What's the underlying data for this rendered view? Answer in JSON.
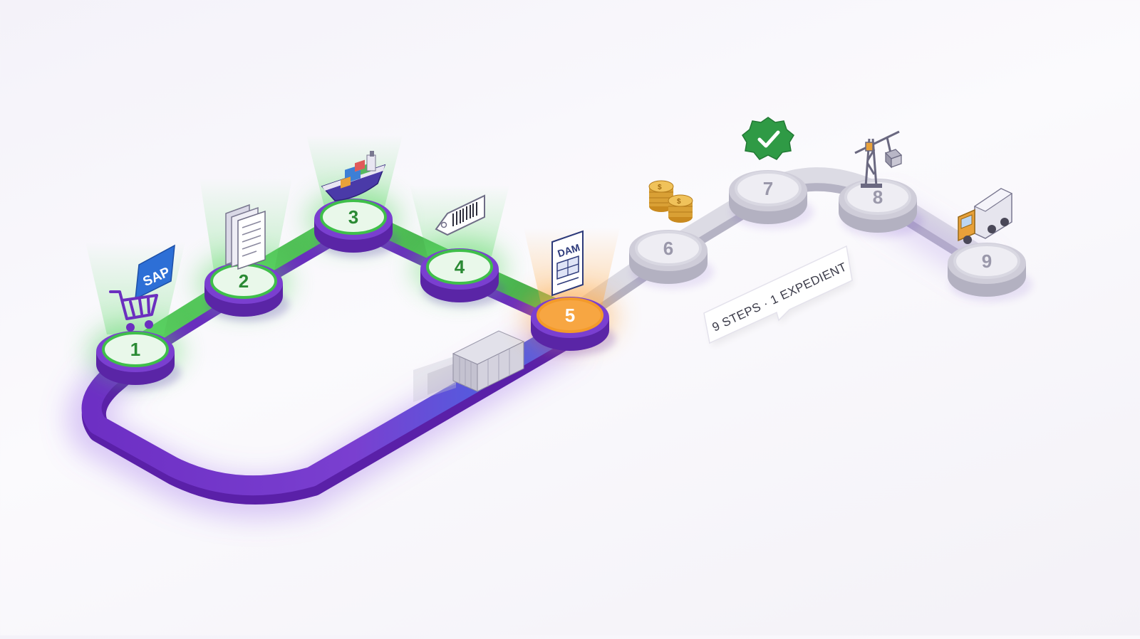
{
  "diagram": {
    "steps": [
      {
        "number": "1",
        "status": "complete",
        "icon": "sap-shopping-cart-icon",
        "icon_text": "SAP"
      },
      {
        "number": "2",
        "status": "complete",
        "icon": "document-stack-icon"
      },
      {
        "number": "3",
        "status": "complete",
        "icon": "cargo-ship-icon"
      },
      {
        "number": "4",
        "status": "complete",
        "icon": "barcode-tag-icon"
      },
      {
        "number": "5",
        "status": "current",
        "icon": "dam-document-icon",
        "icon_text": "DAM"
      },
      {
        "number": "6",
        "status": "pending",
        "icon": "coin-stack-icon"
      },
      {
        "number": "7",
        "status": "pending",
        "icon": "check-badge-icon"
      },
      {
        "number": "8",
        "status": "pending",
        "icon": "crane-icon"
      },
      {
        "number": "9",
        "status": "pending",
        "icon": "delivery-truck-icon"
      }
    ],
    "callout": "9 STEPS · 1 EXPEDIENT",
    "moving_item_icon": "shipping-container-icon",
    "colors": {
      "complete": "#3fbf4a",
      "current": "#f39a2a",
      "pending": "#c9c9d3",
      "track": "#7a3fd0",
      "track_blue": "#4f5fe0"
    }
  }
}
